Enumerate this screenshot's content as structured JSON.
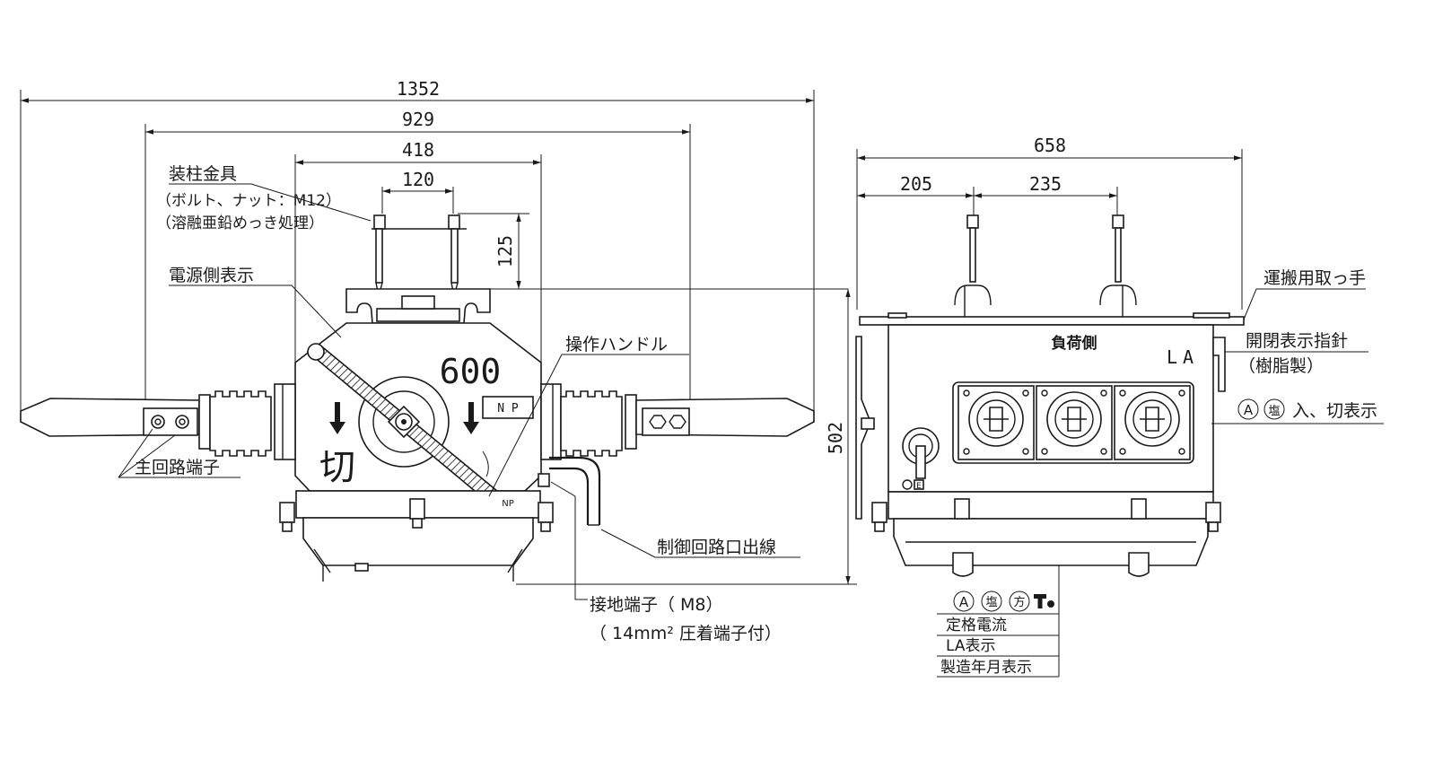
{
  "dimensions": {
    "d1352": "1352",
    "d929": "929",
    "d418": "418",
    "d120": "120",
    "d125": "125",
    "d502": "502",
    "d658": "658",
    "d205": "205",
    "d235": "235"
  },
  "labels": {
    "pole_fitting": "装柱金具",
    "pole_fitting_note1": "（ボルト、ナット：M12）",
    "pole_fitting_note2": "（溶融亜鉛めっき処理）",
    "source_side": "電源側表示",
    "operating_handle": "操作ハンドル",
    "main_terminal": "主回路端子",
    "control_wire": "制御回路口出線",
    "ground_terminal": "接地端子（ M8）",
    "ground_terminal_note": "（ 14mm² 圧着端子付）",
    "carry_handle": "運搬用取っ手",
    "indicator": "開閉表示指針",
    "indicator_note": "（樹脂製）",
    "on_off_display": "入、切表示",
    "rated_current": "定格電流",
    "la_display": "LA表示",
    "mfg_date": "製造年月表示"
  },
  "body_marks": {
    "rating": "600",
    "np": "N  P",
    "off": "切",
    "np_small": "NP",
    "load_side": "負荷側",
    "la": "LA"
  },
  "symbols": {
    "a": "A",
    "shio": "塩",
    "hou": "方",
    "e": "E"
  }
}
